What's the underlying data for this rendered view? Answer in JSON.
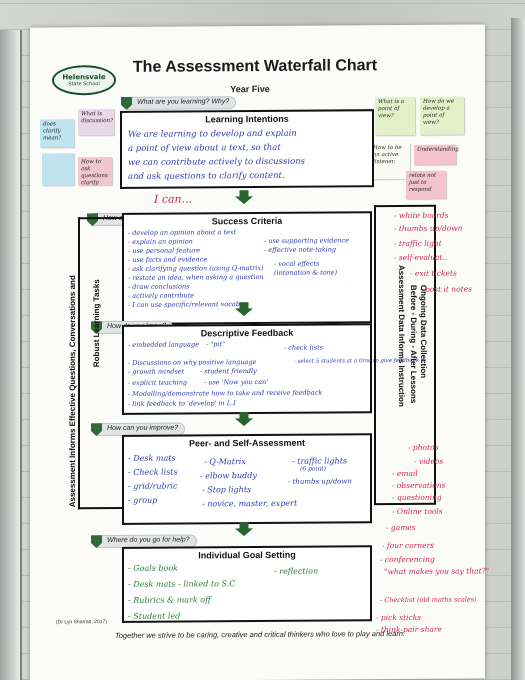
{
  "poster": {
    "school_name": "Helensvale",
    "school_sub": "State School",
    "title": "The Assessment Waterfall Chart",
    "year": "Year Five",
    "footer": "Together we strive to be caring, creative and critical thinkers who love to play and learn.",
    "credit": "(Dr Lyn Sharratt, 2017)"
  },
  "sections": {
    "learning": {
      "question": "What are you learning? Why?",
      "title": "Learning Intentions",
      "text": [
        "We are learning to develop and explain",
        "a point of view about a text, so that",
        "we can contribute actively to discussions",
        "and ask questions to clarify content."
      ],
      "note": "I can..."
    },
    "success": {
      "question": "How are you doing?",
      "title": "Success Criteria",
      "left": [
        "- develop an opinion about a text",
        "- explain an opinion",
        "- use personal feature",
        "- use facts and evidence",
        "- ask clarifying question (using Q-matrix)",
        "- restate an idea, when asking a question",
        "- draw conclusions",
        "- actively contribute",
        "- I can use specific/relevant vocab"
      ],
      "right": [
        "- use supporting evidence",
        "- effective note-taking",
        "- vocal effects",
        "(intonation & tone)"
      ]
    },
    "feedback": {
      "question": "How do you know?",
      "title": "Descriptive Feedback",
      "lines": [
        "- embedded language",
        "- \"pit\"",
        "- check lists",
        "- Discussions on why",
        "- positive language",
        "- select 5 students at a time to give feedback to",
        "- growth mindset",
        "- student friendly",
        "- explicit teaching",
        "- use 'Now you can'",
        "- Modelling/demonstrate how to take and receive feedback",
        "- link feedback to 'develop' in L.I"
      ]
    },
    "peer": {
      "question": "How can you improve?",
      "title": "Peer- and Self-Assessment",
      "col1": [
        "- Desk mats",
        "- Check lists",
        "- grid/rubric",
        "- group"
      ],
      "col2": [
        "- Q-Matrix",
        "- elbow buddy",
        "- Stop lights",
        "- novice, master, expert"
      ],
      "col3": [
        "- traffic lights",
        "(6 point)",
        "- thumbs up/down"
      ]
    },
    "goal": {
      "question": "Where do you go for help?",
      "title": "Individual Goal Setting",
      "lines": [
        "- Goals book",
        "- Desk mats - linked to S.C",
        "- Rubrics & mark off",
        "- Student led"
      ],
      "right": "- reflection"
    }
  },
  "side_labels": {
    "left": "Assessment Informs Effective Questions, Conversations and",
    "left2": "Robust Learning Tasks",
    "right1": "Ongoing Data Collection",
    "right2": "Before - During - After Lessons",
    "right3": "Assessment Data Informs Instruction"
  },
  "red_notes": [
    "- white boards",
    "- thumbs up/down",
    "- traffic light",
    "- self-evaluat..",
    "- exit tickets",
    "- post it notes",
    "- photos",
    "- videos",
    "- email",
    "- observations",
    "- questioning",
    "- Online tools",
    "- games",
    "- four corners",
    "- conferencing",
    "\"what makes you say that?\"",
    "- Checklist (old maths scales)",
    "- pick sticks",
    "- think-pair-share"
  ],
  "stickies": {
    "s1": "does clarify mean?",
    "s2": "What is discussion?",
    "s3": "What is a point of view?",
    "s4": "How do we develop a point of view?",
    "s5": "How to be an active listener.",
    "s6": "Understanding",
    "s7": "relate not just to respond",
    "s8": "How to ask questions clarify"
  },
  "colors": {
    "poster": "#fbfbf9",
    "arrow": "#27652f",
    "blue_ink": "#2d3aa6",
    "green_ink": "#2a7a3a",
    "red_ink": "#c8255a"
  }
}
